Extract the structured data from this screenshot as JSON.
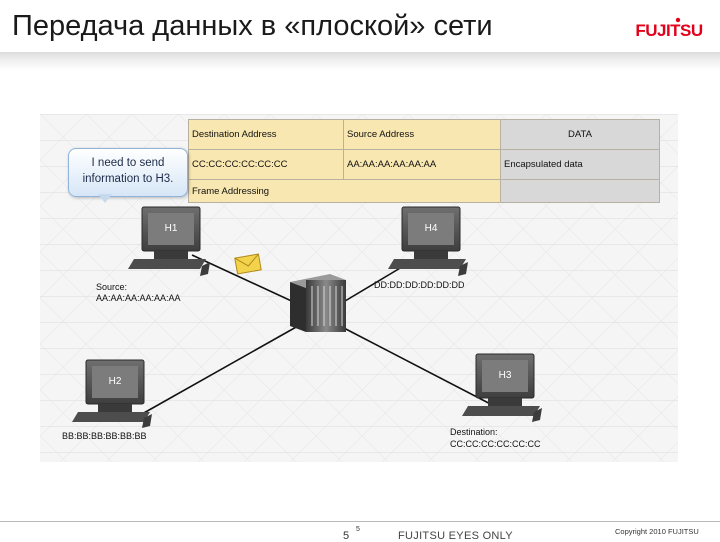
{
  "slide": {
    "title": "Передача данных в «плоской» сети",
    "logo_text": "FUJITSU",
    "brand_color": "#e2001a"
  },
  "frame_table": {
    "headers": [
      "Destination Address",
      "Source Address",
      "DATA"
    ],
    "values": [
      "CC:CC:CC:CC:CC:CC",
      "AA:AA:AA:AA:AA:AA",
      "Encapsulated data"
    ],
    "footer": "Frame Addressing"
  },
  "bubble": {
    "line1": "I need to send",
    "line2": "information to H3."
  },
  "hosts": {
    "h1": {
      "name": "H1",
      "label": "Source:",
      "mac": "AA:AA:AA:AA:AA:AA"
    },
    "h2": {
      "name": "H2",
      "mac": "BB:BB:BB:BB:BB:BB"
    },
    "h3": {
      "name": "H3",
      "label": "Destination:",
      "mac": "CC:CC:CC:CC:CC:CC"
    },
    "h4": {
      "name": "H4",
      "mac": "DD:DD:DD:DD:DD:DD"
    }
  },
  "icons": {
    "hub": "hub-icon",
    "envelope": "envelope-icon",
    "computer": "computer-icon"
  },
  "footer": {
    "page": "5",
    "page_sup": "5",
    "classification": "FUJITSU EYES ONLY",
    "copyright": "Copyright 2010 FUJITSU"
  }
}
